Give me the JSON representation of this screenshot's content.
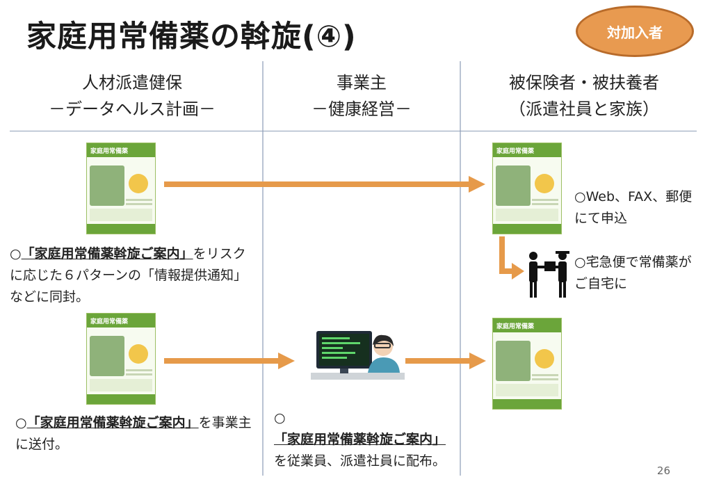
{
  "header": {
    "title": "家庭用常備薬の斡旋(④)",
    "badge": "対加入者"
  },
  "columns": [
    {
      "line1": "人材派遣健保",
      "line2": "－データヘルス計画－"
    },
    {
      "line1": "事業主",
      "line2": "－健康経営－"
    },
    {
      "line1": "被保険者・被扶養者",
      "line2": "（派遣社員と家族）"
    }
  ],
  "leaflet": {
    "heading": "家庭用常備薬"
  },
  "notes": {
    "left_top": {
      "prefix": "○",
      "bold": "「家庭用常備薬斡旋ご案内」",
      "rest": "をリスクに応じた６パターンの「情報提供通知」などに同封。"
    },
    "left_bottom": {
      "prefix": "○",
      "bold": "「家庭用常備薬斡旋ご案内」",
      "rest": "を事業主に送付。"
    },
    "middle": {
      "prefix": "○",
      "bold": "「家庭用常備薬斡旋ご案内」",
      "rest": "を従業員、派遣社員に配布。"
    },
    "right_top": "○Web、FAX、郵便にて申込",
    "right_mid": "○宅急便で常備薬がご自宅に"
  },
  "icons": {
    "leaflet": "leaflet-image",
    "worker": "computer-worker-icon",
    "delivery": "delivery-handover-icon",
    "arrow": "arrow-right-icon"
  },
  "colors": {
    "arrow": "#e69a4a",
    "badge": "#e89a50",
    "divider": "#8f9fb8"
  },
  "page_number": "26"
}
